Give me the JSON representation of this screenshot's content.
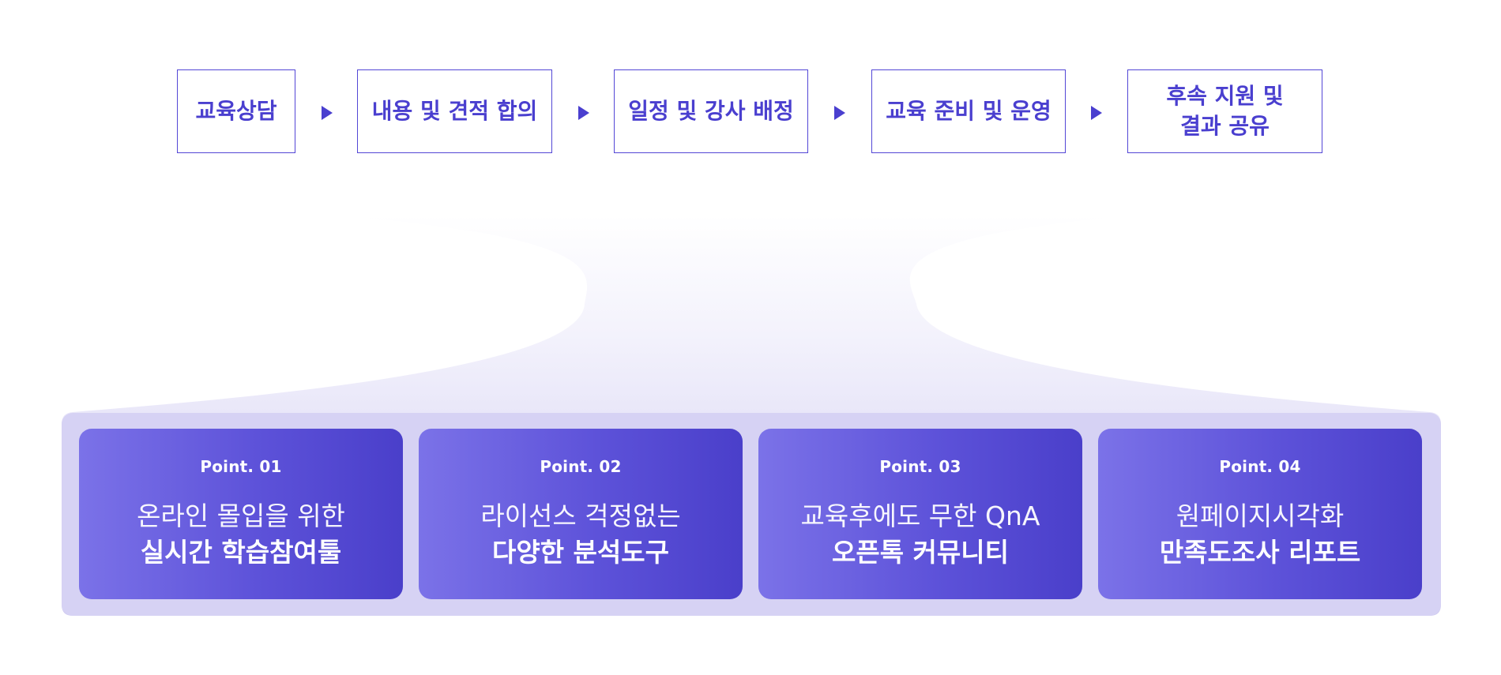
{
  "process": {
    "steps": [
      {
        "label": "교육상담"
      },
      {
        "label": "내용 및 견적 합의"
      },
      {
        "label": "일정 및 강사 배정"
      },
      {
        "label": "교육 준비 및 운영"
      },
      {
        "label": "후속 지원 및\n결과 공유"
      }
    ],
    "arrow_icon": "triangle-right"
  },
  "points": [
    {
      "badge": "Point. 01",
      "line1": "온라인 몰입을 위한",
      "line2": "실시간 학습참여툴"
    },
    {
      "badge": "Point. 02",
      "line1": "라이선스 걱정없는",
      "line2": "다양한 분석도구"
    },
    {
      "badge": "Point. 03",
      "line1": "교육후에도 무한 QnA",
      "line2": "오픈톡 커뮤니티"
    },
    {
      "badge": "Point. 04",
      "line1": "원페이지시각화",
      "line2": "만족도조사 리포트"
    }
  ],
  "colors": {
    "accent": "#4a3fcf",
    "card_gradient_start": "#7b72e8",
    "card_gradient_end": "#4a3fca",
    "tray": "#d6d2f4"
  }
}
